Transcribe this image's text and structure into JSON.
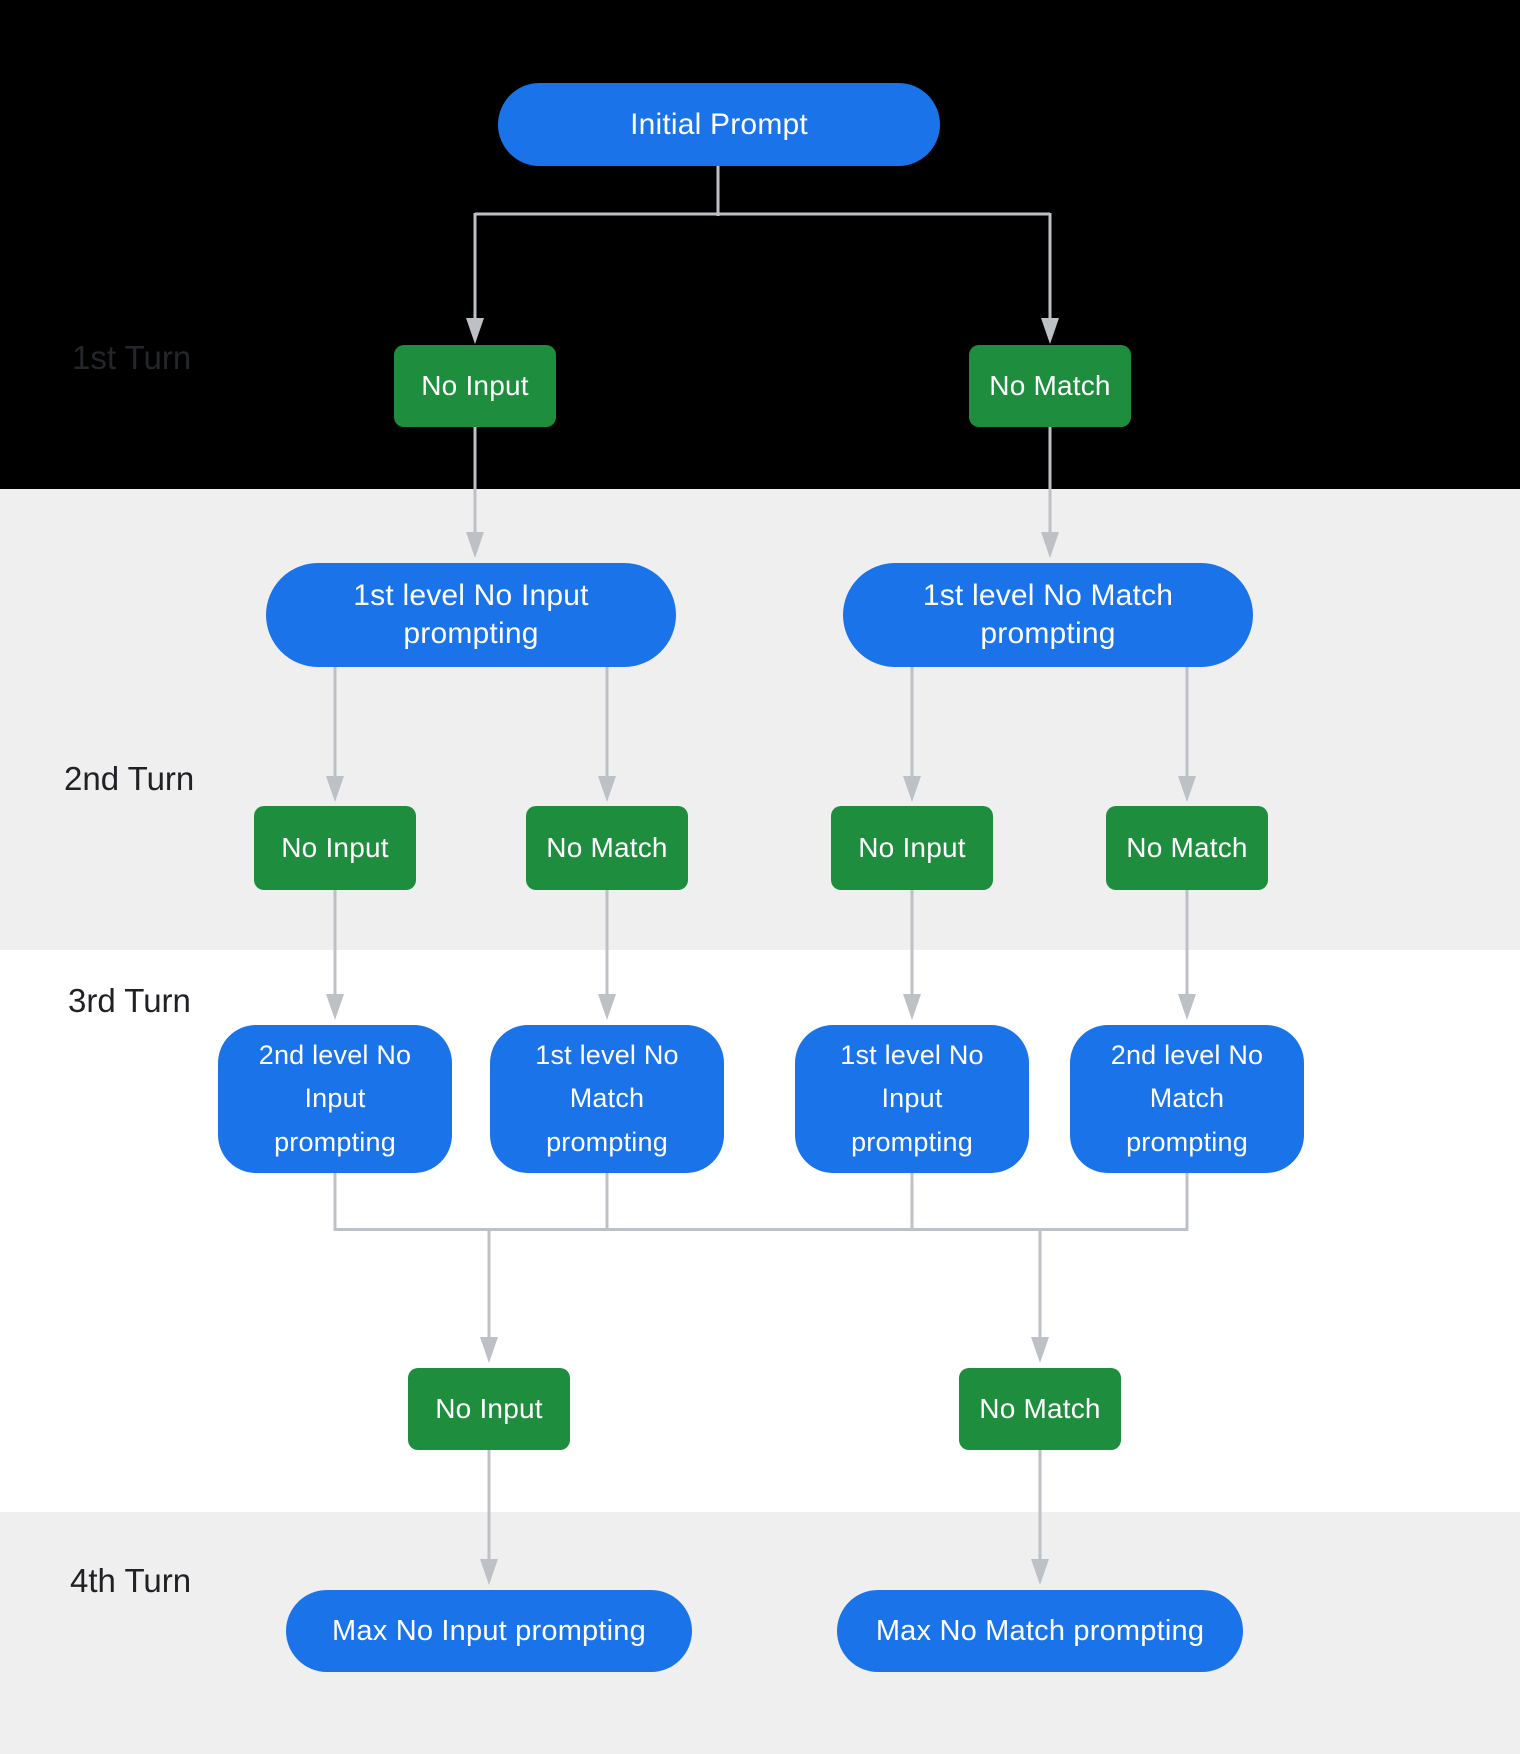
{
  "diagram": {
    "turn_labels": {
      "turn1": "1st Turn",
      "turn2": "2nd Turn",
      "turn3": "3rd Turn",
      "turn4": "4th Turn"
    },
    "nodes": {
      "initial_prompt": "Initial Prompt",
      "t1_no_input": "No Input",
      "t1_no_match": "No Match",
      "l1_no_input_prompting": "1st level No Input prompting",
      "l1_no_match_prompting": "1st level No Match prompting",
      "t2_no_input_a": "No Input",
      "t2_no_match_a": "No Match",
      "t2_no_input_b": "No Input",
      "t2_no_match_b": "No Match",
      "t3_level2_no_input": "2nd level No Input prompting",
      "t3_level1_no_match": "1st level No Match prompting",
      "t3_level1_no_input": "1st level No Input prompting",
      "t3_level2_no_match": "2nd level No Match prompting",
      "t4_no_input": "No Input",
      "t4_no_match": "No Match",
      "max_no_input_prompting": "Max No Input prompting",
      "max_no_match_prompting": "Max No Match prompting"
    },
    "colors": {
      "node_blue": "#1a73e8",
      "node_green": "#1e8e3e",
      "connector_gray": "#bdc1c6",
      "band_black": "#000000",
      "band_gray": "#efefef",
      "band_white": "#ffffff",
      "label_dark": "#202124",
      "label_on_black": "#24262b",
      "node_text": "#ffffff"
    }
  }
}
